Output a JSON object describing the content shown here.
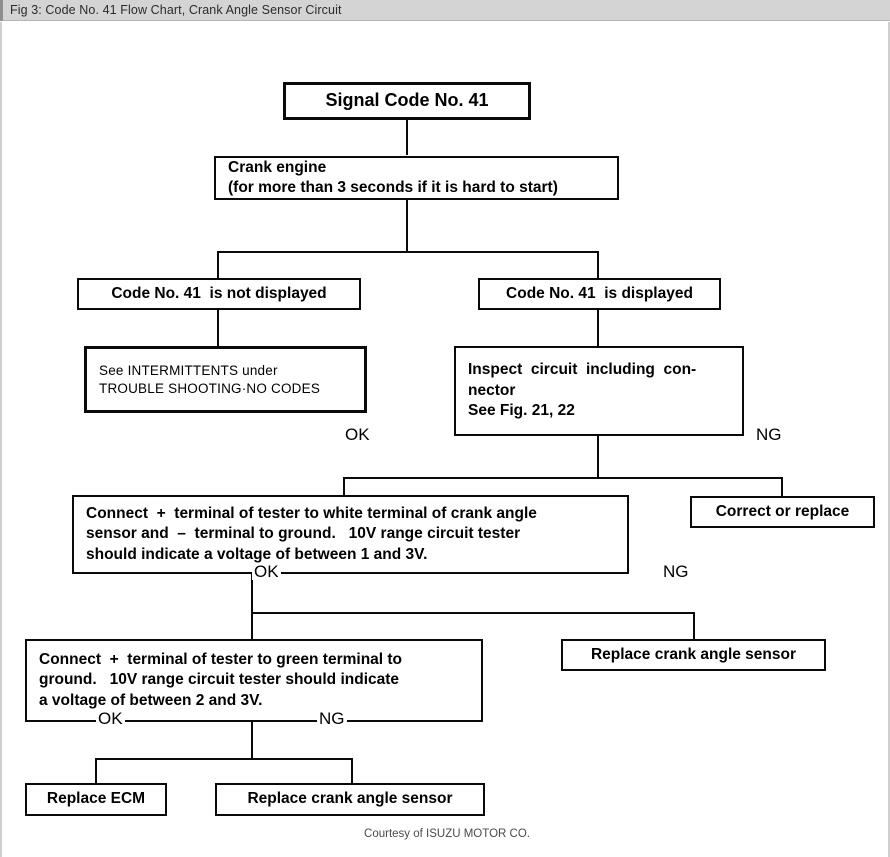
{
  "titlebar": {
    "caption": "Fig 3: Code No. 41 Flow Chart, Crank Angle Sensor Circuit"
  },
  "footer": {
    "credit": "Courtesy of ISUZU MOTOR CO."
  },
  "colors": {
    "titlebar_background": "#d4d4d4",
    "page_background": "#ffffff",
    "line": "#0a0a0a",
    "text": "#000000",
    "footer_text": "#4a4a4a"
  },
  "chart_data": {
    "type": "diagram",
    "title": "Fig 3: Code No. 41 Flow Chart, Crank Angle Sensor Circuit",
    "nodes": [
      {
        "id": "n1",
        "label": "Signal Code No. 41"
      },
      {
        "id": "n2",
        "label": "Crank engine (for more than 3 seconds if it is hard to start)"
      },
      {
        "id": "n3",
        "label": "Code No. 41 is not displayed"
      },
      {
        "id": "n4",
        "label": "Code No. 41 is displayed"
      },
      {
        "id": "n5",
        "label": "See INTERMITTENTS under TROUBLE SHOOTING-NO CODES"
      },
      {
        "id": "n6",
        "label": "Inspect circuit including connector See Fig. 21, 22"
      },
      {
        "id": "n7",
        "label": "Connect + terminal of tester to white terminal of crank angle sensor and – terminal to ground. 10V range circuit tester should indicate a voltage of between 1 and 3V."
      },
      {
        "id": "n8",
        "label": "Correct or replace"
      },
      {
        "id": "n9",
        "label": "Connect + terminal of tester to green terminal to ground. 10V range circuit tester should indicate a voltage of between 2 and 3V."
      },
      {
        "id": "n10",
        "label": "Replace crank angle sensor"
      },
      {
        "id": "n11",
        "label": "Replace ECM"
      },
      {
        "id": "n12",
        "label": "Replace crank angle sensor"
      }
    ],
    "edges": [
      {
        "from": "n1",
        "to": "n2",
        "label": ""
      },
      {
        "from": "n2",
        "to": "n3",
        "label": ""
      },
      {
        "from": "n2",
        "to": "n4",
        "label": ""
      },
      {
        "from": "n3",
        "to": "n5",
        "label": ""
      },
      {
        "from": "n4",
        "to": "n6",
        "label": ""
      },
      {
        "from": "n6",
        "to": "n7",
        "label": "OK"
      },
      {
        "from": "n6",
        "to": "n8",
        "label": "NG"
      },
      {
        "from": "n7",
        "to": "n9",
        "label": "OK"
      },
      {
        "from": "n7",
        "to": "n10",
        "label": "NG"
      },
      {
        "from": "n9",
        "to": "n11",
        "label": "OK"
      },
      {
        "from": "n9",
        "to": "n12",
        "label": "NG"
      }
    ]
  },
  "boxes": {
    "signal_code": {
      "line1": "Signal Code No. 41"
    },
    "crank_engine": {
      "line1": "Crank engine",
      "line2": "(for more than 3 seconds if it is hard to start)"
    },
    "code_not_displayed": {
      "line1": "Code No. 41  is not displayed"
    },
    "code_displayed": {
      "line1": "Code No. 41  is displayed"
    },
    "intermittents": {
      "line1": "See INTERMITTENTS under",
      "line2": "TROUBLE SHOOTING·NO CODES"
    },
    "inspect_circuit": {
      "line1": "Inspect  circuit  including  con-",
      "line2": "nector",
      "line3": "See Fig. 21, 22"
    },
    "connect_white": {
      "line1": "Connect  +  terminal of tester to white terminal of crank angle",
      "line2": "sensor and  –  terminal to ground.   10V range circuit tester",
      "line3": "should indicate a voltage of between 1 and 3V."
    },
    "correct_or_replace": {
      "line1": "Correct or replace"
    },
    "connect_green": {
      "line1": "Connect  +  terminal of tester to green terminal to",
      "line2": "ground.   10V range circuit tester should indicate",
      "line3": "a voltage of between 2 and 3V."
    },
    "replace_sensor_mid": {
      "line1": "Replace crank angle sensor"
    },
    "replace_ecm": {
      "line1": "Replace ECM"
    },
    "replace_sensor_bottom": {
      "line1": "Replace crank angle sensor"
    }
  },
  "branch_labels": {
    "inspect_ok": "OK",
    "inspect_ng": "NG",
    "white_ok": "OK",
    "white_ng": "NG",
    "green_ok": "OK",
    "green_ng": "NG"
  }
}
